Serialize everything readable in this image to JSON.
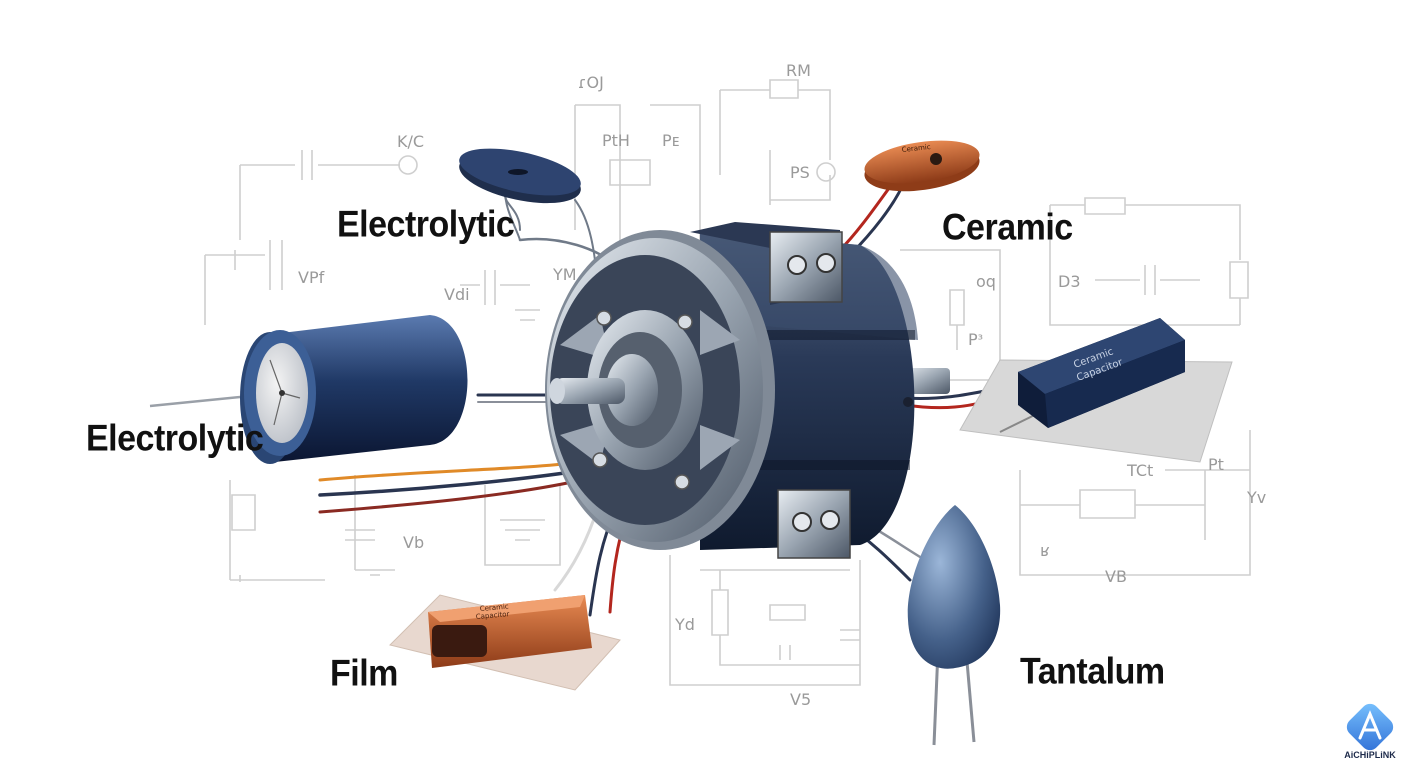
{
  "labels": {
    "electrolytic_top": "Electrolytic",
    "electrolytic_left": "Electrolytic",
    "ceramic": "Ceramic",
    "film": "Film",
    "tantalum": "Tantalum"
  },
  "component_text": {
    "ceramic_disc": "Ceramic",
    "ceramic_box": [
      "Ceramic",
      "Capacitor"
    ],
    "film_box": [
      "Ceramic",
      "Capacitor"
    ]
  },
  "schematic_labels": [
    "K/C",
    "VPf",
    "Vdi",
    "YM",
    "ɾOJ",
    "PtH",
    "Pᴇ",
    "RM",
    "PS",
    "oq",
    "Pᶟ",
    "D3",
    "TCt",
    "Pt",
    "Yv",
    "Vb",
    "VB",
    "ʁ",
    "Yd",
    "V5"
  ],
  "brand": {
    "name": "AiCHiPLiNK",
    "colors": {
      "primary": "#2f6fd6",
      "accent": "#7bc4ff"
    }
  },
  "colors": {
    "motor_dark": "#22324e",
    "steel": "#a9b3bf",
    "copper": "#c7652f",
    "wire_orange": "#e08a28",
    "wire_red": "#b3261e",
    "schematic_line": "#c8c8c8"
  }
}
